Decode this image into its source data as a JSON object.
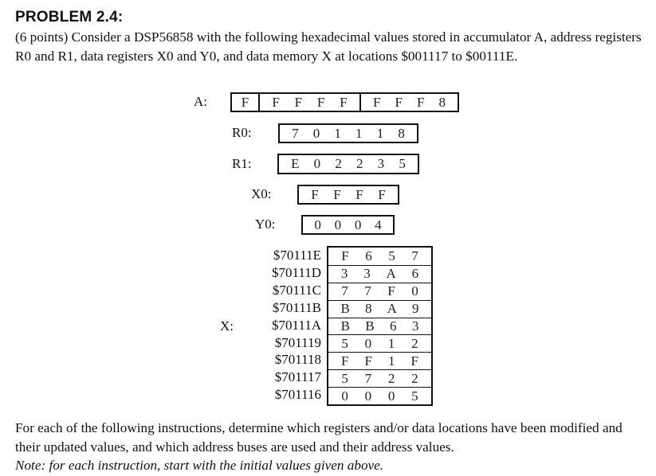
{
  "header": {
    "title": "PROBLEM 2.4:"
  },
  "intro": "(6 points) Consider a DSP56858 with the following hexadecimal values stored in accumulator A, address registers R0 and R1, data registers X0 and Y0, and data memory X at locations $001117 to $00111E.",
  "registers": {
    "A": {
      "label": "A:",
      "segments": [
        [
          "F"
        ],
        [
          "F",
          "F",
          "F",
          "F"
        ],
        [
          "F",
          "F",
          "F",
          "8"
        ]
      ]
    },
    "R0": {
      "label": "R0:",
      "digits": [
        "7",
        "0",
        "1",
        "1",
        "1",
        "8"
      ]
    },
    "R1": {
      "label": "R1:",
      "digits": [
        "E",
        "0",
        "2",
        "2",
        "3",
        "5"
      ]
    },
    "X0": {
      "label": "X0:",
      "digits": [
        "F",
        "F",
        "F",
        "F"
      ]
    },
    "Y0": {
      "label": "Y0:",
      "digits": [
        "0",
        "0",
        "0",
        "4"
      ]
    }
  },
  "memory": {
    "label": "X:",
    "rows": [
      {
        "address": "$70111E",
        "digits": [
          "F",
          "6",
          "5",
          "7"
        ]
      },
      {
        "address": "$70111D",
        "digits": [
          "3",
          "3",
          "A",
          "6"
        ]
      },
      {
        "address": "$70111C",
        "digits": [
          "7",
          "7",
          "F",
          "0"
        ]
      },
      {
        "address": "$70111B",
        "digits": [
          "B",
          "8",
          "A",
          "9"
        ]
      },
      {
        "address": "$70111A",
        "digits": [
          "B",
          "B",
          "6",
          "3"
        ]
      },
      {
        "address": "$701119",
        "digits": [
          "5",
          "0",
          "1",
          "2"
        ]
      },
      {
        "address": "$701118",
        "digits": [
          "F",
          "F",
          "1",
          "F"
        ]
      },
      {
        "address": "$701117",
        "digits": [
          "5",
          "7",
          "2",
          "2"
        ]
      },
      {
        "address": "$701116",
        "digits": [
          "0",
          "0",
          "0",
          "5"
        ]
      }
    ]
  },
  "outro": "For each of the following instructions, determine which registers and/or data locations have been modified and their updated values, and which address buses are used and their address values.",
  "note": "Note: for each instruction, start with the initial values given above."
}
